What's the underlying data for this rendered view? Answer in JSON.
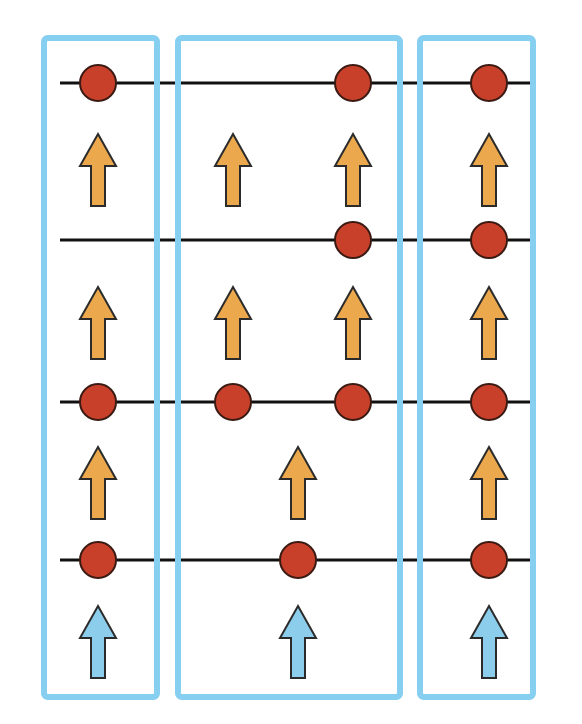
{
  "colors": {
    "background": "#ffffff",
    "panel_border": "#87cff0",
    "line": "#111111",
    "node_fill": "#c9402a",
    "node_stroke": "#3a1a12",
    "arrow_orange": "#eba84c",
    "arrow_blue": "#8ccdec",
    "arrow_stroke": "#2b2b2b"
  },
  "diagram": {
    "panels": [
      "left",
      "middle",
      "right"
    ],
    "rows": 4,
    "nodes": [
      {
        "row": 1,
        "col": "left-1"
      },
      {
        "row": 1,
        "col": "mid-2"
      },
      {
        "row": 1,
        "col": "right-1"
      },
      {
        "row": 2,
        "col": "mid-2"
      },
      {
        "row": 2,
        "col": "right-1"
      },
      {
        "row": 3,
        "col": "left-1"
      },
      {
        "row": 3,
        "col": "mid-1"
      },
      {
        "row": 3,
        "col": "mid-2"
      },
      {
        "row": 3,
        "col": "right-1"
      },
      {
        "row": 4,
        "col": "left-1"
      },
      {
        "row": 4,
        "col": "mid-c"
      },
      {
        "row": 4,
        "col": "right-1"
      }
    ],
    "arrows": [
      {
        "gap": 1,
        "col": "left-1",
        "kind": "orange"
      },
      {
        "gap": 1,
        "col": "mid-1",
        "kind": "orange"
      },
      {
        "gap": 1,
        "col": "mid-2",
        "kind": "orange"
      },
      {
        "gap": 1,
        "col": "right-1",
        "kind": "orange"
      },
      {
        "gap": 2,
        "col": "left-1",
        "kind": "orange"
      },
      {
        "gap": 2,
        "col": "mid-1",
        "kind": "orange"
      },
      {
        "gap": 2,
        "col": "mid-2",
        "kind": "orange"
      },
      {
        "gap": 2,
        "col": "right-1",
        "kind": "orange"
      },
      {
        "gap": 3,
        "col": "left-1",
        "kind": "orange"
      },
      {
        "gap": 3,
        "col": "mid-c",
        "kind": "orange"
      },
      {
        "gap": 3,
        "col": "right-1",
        "kind": "orange"
      },
      {
        "gap": 4,
        "col": "left-1",
        "kind": "blue"
      },
      {
        "gap": 4,
        "col": "mid-c",
        "kind": "blue"
      },
      {
        "gap": 4,
        "col": "right-1",
        "kind": "blue"
      }
    ]
  }
}
